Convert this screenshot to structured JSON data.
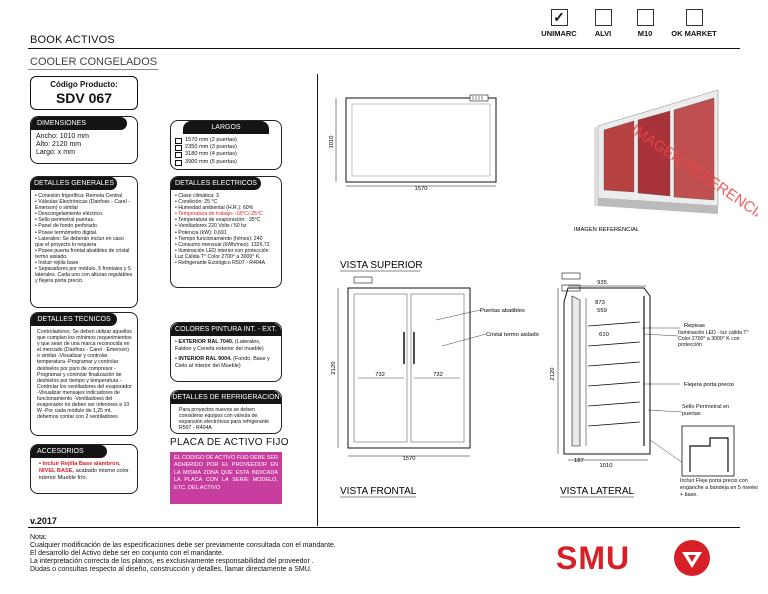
{
  "header": {
    "title": "BOOK ACTIVOS",
    "subtitle": "COOLER CONGELADOS",
    "checks": [
      {
        "label": "UNIMARC",
        "checked": true
      },
      {
        "label": "ALVI",
        "checked": false
      },
      {
        "label": "M10",
        "checked": false
      },
      {
        "label": "OK MARKET",
        "checked": false
      }
    ],
    "check_mark": "✓"
  },
  "product": {
    "code_label": "Código Producto:",
    "code_value": "SDV 067"
  },
  "dimensions": {
    "title": "DIMENSIONES ESTIMADAS",
    "lines": [
      "Ancho: 1010 mm",
      "Alto: 2120 mm",
      "Largo: x mm"
    ]
  },
  "largos": {
    "title": "LARGOS",
    "options": [
      "1570 mm (2 puertas)",
      "2350 mm (3 puertas)",
      "3180 mm (4 puertas)",
      "3900 mm (5 puertas)"
    ]
  },
  "generales": {
    "title": "DETALLES GENERALES",
    "items": [
      "Conexión frigorífica: Remota Central",
      "Válvulas Electrónicas (Danfoss - Carel - Emerson) o similar",
      "Descongelamiento eléctrico.",
      "Sello perimetral puertas.",
      "Panel de fondo perforado.",
      "Posee termómetro digital.",
      "Laterales: Se deberán incluir en caso que el proyecto lo requiera",
      "Posee puerta frontal abatibles de cristal termo aislado.",
      "Incluir rejilla base",
      "Separadores por módulo, 5 frontales y 5 laterales. Cada uno con alturas regulables y flejera porta precio."
    ]
  },
  "electricos": {
    "title": "DETALLES ELECTRICOS",
    "items": [
      "Clase climática: 3",
      "Condición: 25 °C",
      "Humedad ambiental (H.R.): 60%",
      "Temperatura de trabajo: -18°C/-25°C",
      "Temperatura de evaporación: -35°C",
      "Ventiladores 220 Volts / 50 hz",
      "Potencia (kW): 0,691",
      "Tiempo funcionamiento (h/mes): 240",
      "Consumo mensual (kWh/mes): 1326,72",
      "Iluminación LED interior con protección Luz Cálida T° Color 2700° a 3000° K.",
      "Refrigerante Ecológico R507 - R404A"
    ]
  },
  "tecnicos": {
    "title": "DETALLES TECNICOS",
    "text": "Controladores: Se deben utilizar aquellos que cumplan los mínimos requerimientos y que sean de una marca reconocida en el mercado (Danfoss - Carel - Emerson) o similar -Visualizar y controlar temperatura -Programar y controlar deshielos por paro de compresor -Programar y controlar finalización de deshielos por tiempo y temperatura -Controlar los ventiladores del evaporador -Visualizar mensajes indicadores de funcionamiento -Ventiladores del evaporador no deben ser inferiores a 10 W -Por cada módulo de 1,25 mt, debemos contar con 2 ventiladores"
  },
  "colores": {
    "title": "COLORES PINTURA INT. - EXT.",
    "items": [
      {
        "bold": "EXTERIOR RAL 7040.",
        "rest": " (Laterales, Faldon y Cenefa exterior del mueble)"
      },
      {
        "bold": "INTERIOR RAL 9004.",
        "rest": " (Fondo, Base y Cielo al interior del Mueble)"
      }
    ]
  },
  "refrigeracion": {
    "title": "DETALLES DE REFRIGERACION",
    "text": "Para proyectos nuevos se deben considerar equipos con válvula de expansión electrónica para refrigerante R507 - R404A"
  },
  "accesorios": {
    "title": "ACCESORIOS",
    "bold": "Incluir Rejilla Base alambron, NIVEL BASE,",
    "rest": " acabado mismo color interior Mueble frío."
  },
  "placa": {
    "title": "PLACA DE ACTIVO FIJO",
    "text": "EL CODIGO DE ACTIVO FIJO DEBE SER ADHERIDO POR EL PROVEEDOR EN LA MISMA ZONA QUE ESTA INDICADA LA PLACA CON LA SERIE MODELO, ETC. DEL ACTIVO"
  },
  "views": {
    "superior": "VISTA SUPERIOR",
    "frontal": "VISTA FRONTAL",
    "lateral": "VISTA LATERAL",
    "imagen_ref": "IMAGEN REFERENCIAL",
    "watermark": "IMAGEN REFERENCIAL"
  },
  "drawing": {
    "top_w": "1570",
    "top_h": "1010",
    "front_w": "1570",
    "front_h": "2120",
    "door_l": "732",
    "door_r": "732",
    "puertas_label": "Puertas abatibles",
    "cristal_label": "Cristal termo aislado",
    "side_935": "935",
    "side_873": "873",
    "side_559": "559",
    "side_610": "610",
    "side_1010": "1010",
    "side_187": "187",
    "side_h": "2120",
    "repisas": "Repisas",
    "iluminacion": "Iluminación LED - luz cálida T° Color 2700° a 3000° K con protección",
    "flejera": "Flejera porta precio",
    "sello": "Sello Perimetral en puertas",
    "fleje": "Incluir Fleje porta precio con enganche a bandeja en 5 niveles + base."
  },
  "footer": {
    "version": "v.2017",
    "note_title": "Nota:",
    "note_lines": [
      "Cualquier modificación de las especificaciones debe ser previamente consultada con el mandante.",
      "El desarrollo del Activo debe ser en conjunto con el mandante.",
      "La interpretación correcta de los planos, es exclusivamente responsabilidad del proveedor .",
      "Dudas o consultas respecto al diseño, construcción y detalles, llamar directamente a SMU."
    ],
    "brand": "SMU"
  }
}
